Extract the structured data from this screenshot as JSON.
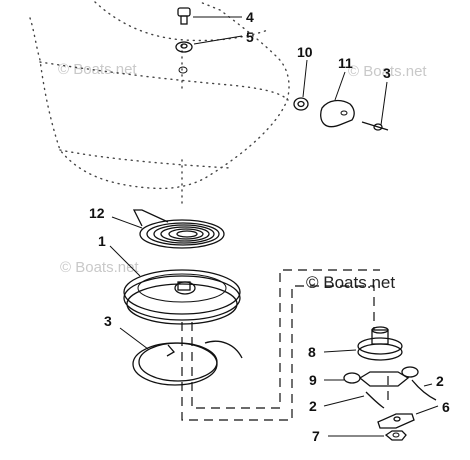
{
  "watermarks": {
    "top_left": "© Boats.net",
    "top_right": "© Boats.net",
    "mid_left": "© Boats.net",
    "main": "© Boats.net"
  },
  "callouts": {
    "p4": "4",
    "p5": "5",
    "p10": "10",
    "p11": "11",
    "p3_top": "3",
    "p12": "12",
    "p1": "1",
    "p3_left": "3",
    "p8": "8",
    "p9": "9",
    "p2_right": "2",
    "p2_left": "2",
    "p6": "6",
    "p7": "7"
  }
}
